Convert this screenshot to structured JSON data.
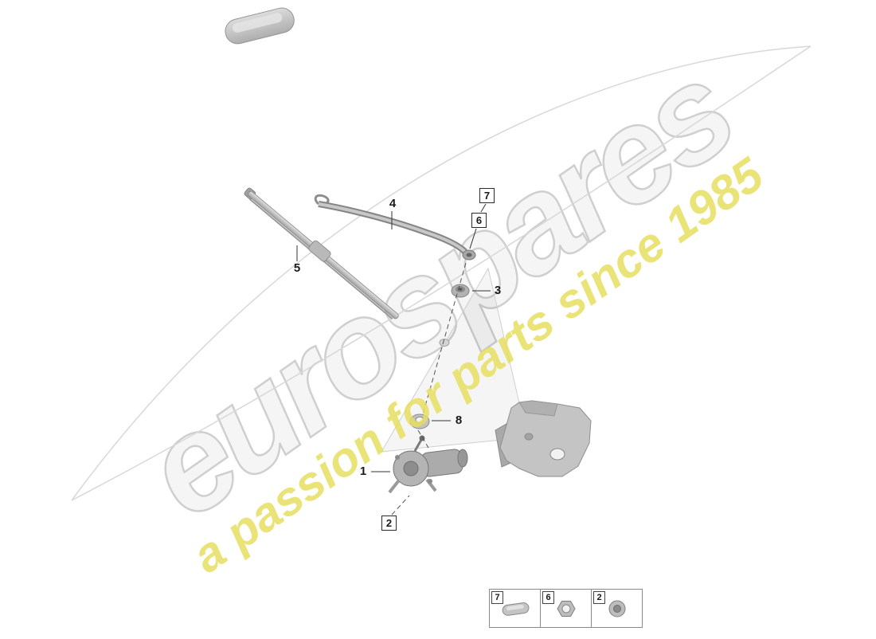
{
  "watermark": {
    "brand": "eurospares",
    "tagline": "a passion for parts since 1985",
    "brand_outline_color": "#cfcfcf",
    "tagline_color": "#e6de5f"
  },
  "callouts": {
    "c1": {
      "label": "1",
      "boxed": false
    },
    "c2": {
      "label": "2",
      "boxed": true
    },
    "c3": {
      "label": "3",
      "boxed": false
    },
    "c4": {
      "label": "4",
      "boxed": false
    },
    "c5": {
      "label": "5",
      "boxed": false
    },
    "c6": {
      "label": "6",
      "boxed": true
    },
    "c7": {
      "label": "7",
      "boxed": true
    },
    "c8": {
      "label": "8",
      "boxed": false
    }
  },
  "legend": {
    "items": [
      {
        "number": "7",
        "icon": "wiper-cap-icon"
      },
      {
        "number": "6",
        "icon": "hex-nut-icon"
      },
      {
        "number": "2",
        "icon": "round-nut-icon"
      }
    ]
  },
  "colors": {
    "leader_line": "#333333",
    "part_fill": "#b8b8b8",
    "part_stroke": "#808080",
    "swoosh_line": "#d8d8d8"
  }
}
